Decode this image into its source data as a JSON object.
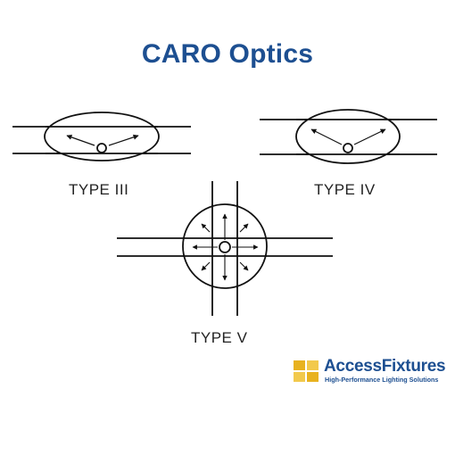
{
  "title": "CARO Optics",
  "types": {
    "type3": "TYPE III",
    "type4": "TYPE IV",
    "type5": "TYPE V"
  },
  "logo": {
    "name": "AccessFixtures",
    "tagline": "High-Performance Lighting Solutions"
  },
  "colors": {
    "title": "#1d4f91",
    "logo_gold": "#e8b21f",
    "line": "#111111"
  }
}
